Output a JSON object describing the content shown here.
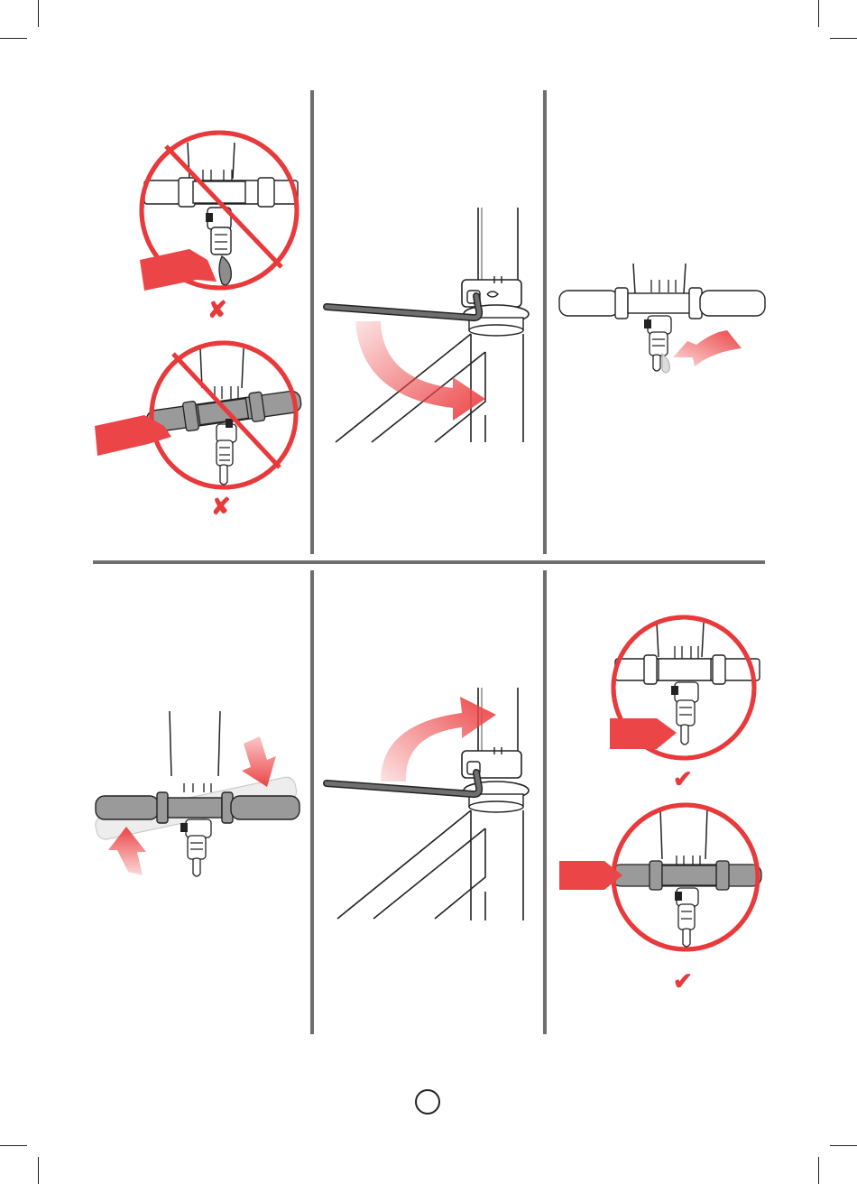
{
  "colors": {
    "accent_red": "#e8393b",
    "arrow_red": "#ec4547",
    "divider_gray": "#6e6e6e",
    "line": "#222222",
    "grip_gray": "#9a9a9a",
    "grip_light": "#dcdcdc"
  },
  "marks": {
    "wrong": "✘",
    "right": "✔"
  },
  "steps": [
    {
      "name": "step-1",
      "description_visible": false
    },
    {
      "name": "step-2",
      "description_visible": false
    },
    {
      "name": "step-3",
      "description_visible": false
    },
    {
      "name": "step-4",
      "description_visible": false
    },
    {
      "name": "step-5",
      "description_visible": false
    },
    {
      "name": "step-6",
      "description_visible": false
    }
  ],
  "icons": {
    "prohibited": "prohibition-circle-icon",
    "correct": "check-circle-icon",
    "hex_key": "allen-key-icon",
    "push_arrow": "push-arrow-icon",
    "rotate_arrow": "rotate-arrow-icon"
  }
}
